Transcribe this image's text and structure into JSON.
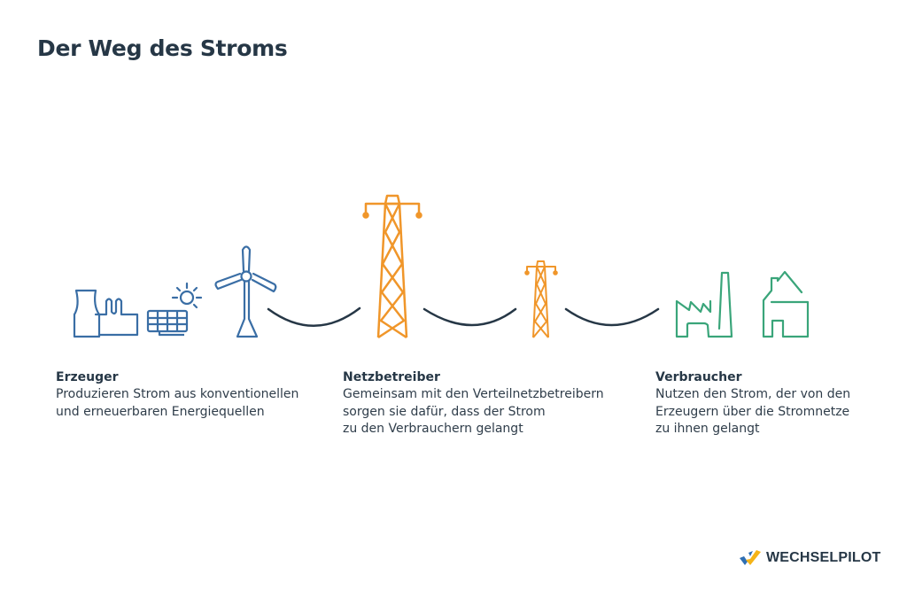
{
  "title": "Der Weg des Stroms",
  "colors": {
    "producer": "#3a6ea5",
    "grid": "#f0962a",
    "consumer": "#3aa57a",
    "cable": "#263746",
    "text": "#263746"
  },
  "icons": {
    "producers": [
      "power-plant-icon",
      "solar-panel-icon",
      "sun-icon",
      "wind-turbine-icon"
    ],
    "grid": [
      "large-transmission-tower-icon",
      "small-transmission-tower-icon"
    ],
    "consumers": [
      "factory-icon",
      "house-icon"
    ],
    "cables": 3
  },
  "columns": [
    {
      "heading": "Erzeuger",
      "text": "Produzieren Strom aus konventionellen\nund erneuerbaren Energiequellen"
    },
    {
      "heading": "Netzbetreiber",
      "text": "Gemeinsam mit den Verteilnetzbetreibern\nsorgen sie dafür, dass der Strom\nzu den Verbrauchern gelangt"
    },
    {
      "heading": "Verbraucher",
      "text": "Nutzen den Strom, der von den\nErzeugern über die Stromnetze\nzu ihnen gelangt"
    }
  ],
  "brand": {
    "name": "WECHSELPILOT",
    "logo_colors": [
      "#2f6fb3",
      "#f5b417"
    ]
  }
}
